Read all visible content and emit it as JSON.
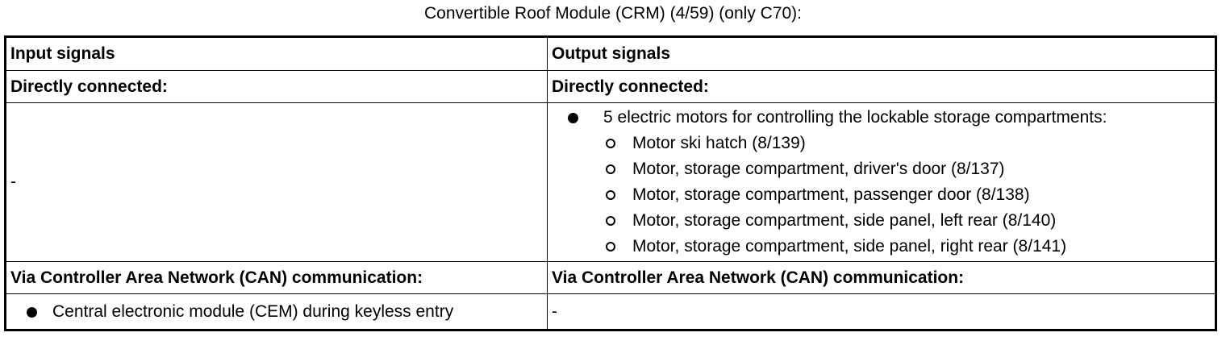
{
  "caption": "Convertible Roof Module (CRM) (4/59) (only C70):",
  "table": {
    "header": {
      "input": "Input signals",
      "output": "Output signals"
    },
    "direct": {
      "input_label": "Directly connected:",
      "output_label": "Directly connected:",
      "input_value": "-",
      "output_item": "5 electric motors for controlling the lockable storage compartments:",
      "output_subitems": [
        "Motor ski hatch (8/139)",
        "Motor, storage compartment, driver's door (8/137)",
        "Motor, storage compartment, passenger door (8/138)",
        "Motor, storage compartment, side panel, left rear (8/140)",
        "Motor, storage compartment, side panel, right rear (8/141)"
      ]
    },
    "can": {
      "input_label": "Via Controller Area Network (CAN) communication:",
      "output_label": "Via Controller Area Network (CAN) communication:",
      "input_item": "Central electronic module (CEM) during keyless entry",
      "output_value": "-"
    }
  }
}
